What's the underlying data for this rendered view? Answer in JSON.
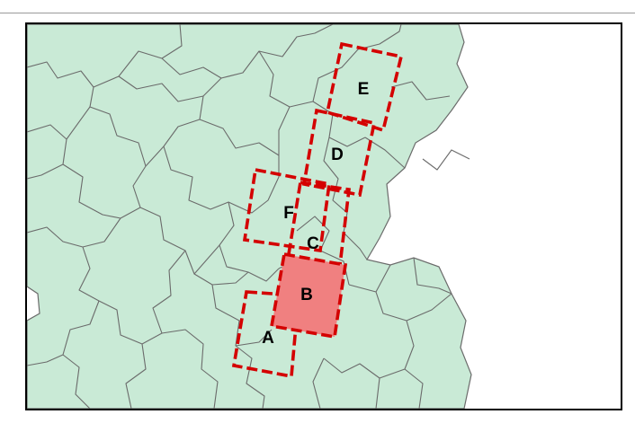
{
  "colors": {
    "land": "#c9ead6",
    "boundary": "#6b6b6b",
    "zone_stroke": "#d40000",
    "zone_highlight": "#f08080",
    "frame": "#000000",
    "sea": "#ffffff"
  },
  "zones": [
    {
      "id": "zone-a",
      "label": "A",
      "highlighted": false
    },
    {
      "id": "zone-b",
      "label": "B",
      "highlighted": true
    },
    {
      "id": "zone-c",
      "label": "C",
      "highlighted": false
    },
    {
      "id": "zone-d",
      "label": "D",
      "highlighted": false
    },
    {
      "id": "zone-e",
      "label": "E",
      "highlighted": false
    },
    {
      "id": "zone-f",
      "label": "F",
      "highlighted": false
    }
  ]
}
